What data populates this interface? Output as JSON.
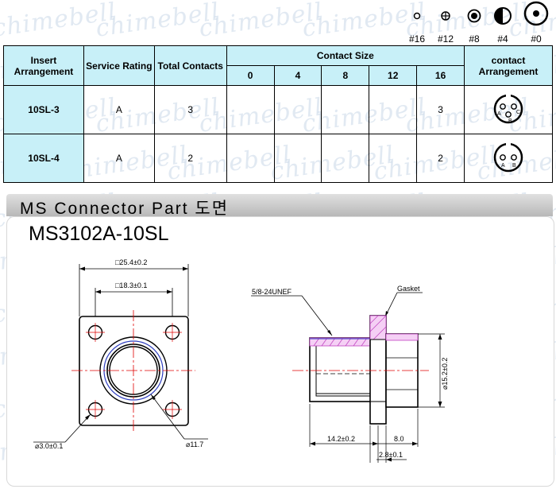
{
  "brand": "chimebell",
  "legend": [
    {
      "label": "#16",
      "icon": "contact-16-icon"
    },
    {
      "label": "#12",
      "icon": "contact-12-icon"
    },
    {
      "label": "#8",
      "icon": "contact-8-icon"
    },
    {
      "label": "#4",
      "icon": "contact-4-icon"
    },
    {
      "label": "#0",
      "icon": "contact-0-icon"
    }
  ],
  "table": {
    "headers": {
      "insert": "Insert Arrangement",
      "service": "Service Rating",
      "total": "Total Contacts",
      "contact_size": "Contact Size",
      "contact_arrangement": "contact Arrangement"
    },
    "sizes": [
      "0",
      "4",
      "8",
      "12",
      "16"
    ],
    "rows": [
      {
        "arrangement": "10SL-3",
        "service": "A",
        "total": "3",
        "counts": [
          "",
          "",
          "",
          "",
          "3"
        ],
        "pins": [
          "A",
          "B",
          "C"
        ]
      },
      {
        "arrangement": "10SL-4",
        "service": "A",
        "total": "2",
        "counts": [
          "",
          "",
          "",
          "",
          "2"
        ],
        "pins": [
          "A",
          "B"
        ]
      }
    ]
  },
  "section": {
    "title": "MS Connector Part 도면",
    "part_number": "MS3102A-10SL"
  },
  "drawing": {
    "front": {
      "outer_dim": "□25.4±0.2",
      "inner_dim": "□18.3±0.1",
      "hole_dim": "⌀3.0±0.1",
      "bore_dim": "⌀11.7"
    },
    "side": {
      "thread": "5/8-24UNEF",
      "gasket": "Gasket",
      "length": "14.2±0.2",
      "flange_len": "8.0",
      "flange_th": "2.8±0.1",
      "diameter": "⌀15.2±0.2"
    }
  }
}
